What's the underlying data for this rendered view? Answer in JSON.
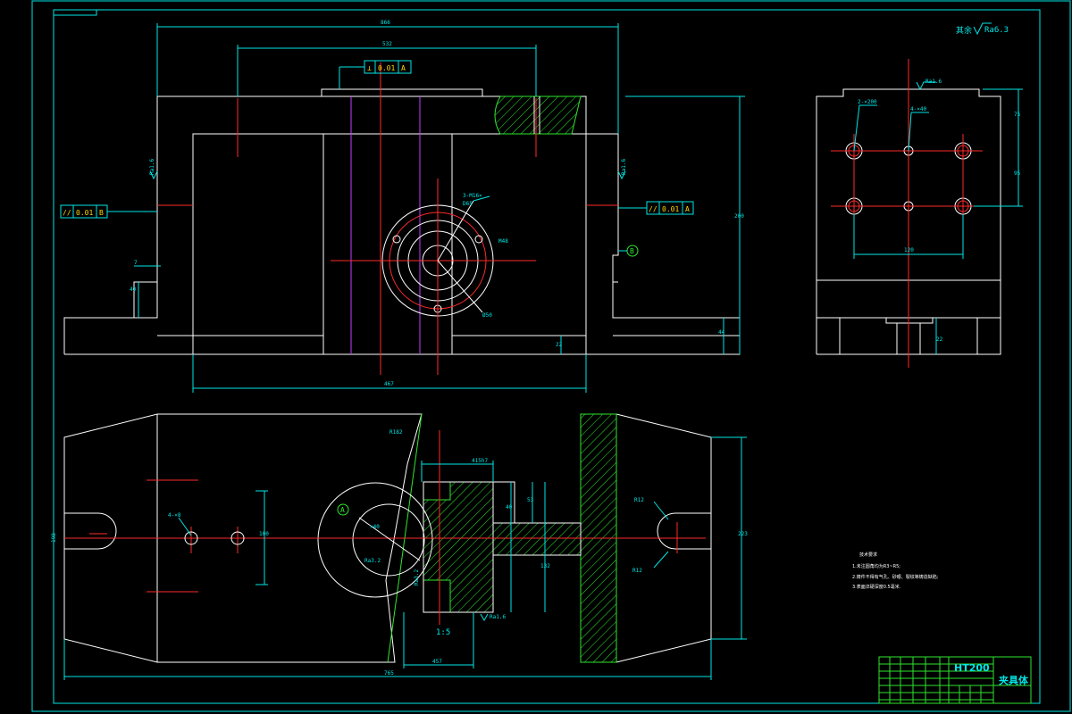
{
  "surface_finish": {
    "prefix": "其余",
    "value": "Ra6.3"
  },
  "front_view": {
    "dims": {
      "overall_top": "866",
      "slot_top": "532",
      "overall_bottom": "467",
      "height_right": "200",
      "base_right": "44",
      "small_right": "22",
      "step_w": "7",
      "step_h": "40",
      "bolt_holes": "3-M16×",
      "hole_depth": "D65",
      "hole_small": "M48",
      "bore": "Ø50"
    },
    "tolerances": [
      {
        "symbol": "⊥",
        "value": "0.01",
        "datum": "A"
      },
      {
        "symbol": "//",
        "value": "0.01",
        "datum": "B"
      },
      {
        "symbol": "//",
        "value": "0.01",
        "datum": "A"
      }
    ],
    "datum_b": "B",
    "ra_left": "Ra1.6",
    "ra_right": "Ra1.6"
  },
  "side_view": {
    "dims": {
      "holes_big": "2-×200",
      "holes_small": "4-×40",
      "width": "120",
      "h1": "75",
      "h2": "95",
      "h3": "22"
    },
    "ra_top": "Ra1.6"
  },
  "top_view": {
    "dims": {
      "holes": "4-×8",
      "height_left": "100",
      "radius_top": "R182",
      "width_top": "415h7",
      "bore": "×40",
      "radius_r1": "R12",
      "radius_r2": "R12",
      "height_right": "223",
      "h_mid1": "40",
      "h_mid2": "53",
      "h_mid3": "132",
      "overall_bottom": "765",
      "bottom_inner": "457",
      "left_edge": "198",
      "taper": "1:5"
    },
    "datum_a": "A",
    "ra_bore": "Ra3.2",
    "ra_slot": "Ra3.2",
    "ra_bottom": "Ra1.6"
  },
  "technical_notes": {
    "title": "技术要求",
    "lines": [
      "1.未注圆角均为R3~R5;",
      "2.铸件不得有气孔、砂眼、裂纹等铸造缺陷;",
      "3.表面淬硬深度0.5毫米."
    ]
  },
  "title_block": {
    "material": "HT200",
    "part_name": "夹具体"
  }
}
